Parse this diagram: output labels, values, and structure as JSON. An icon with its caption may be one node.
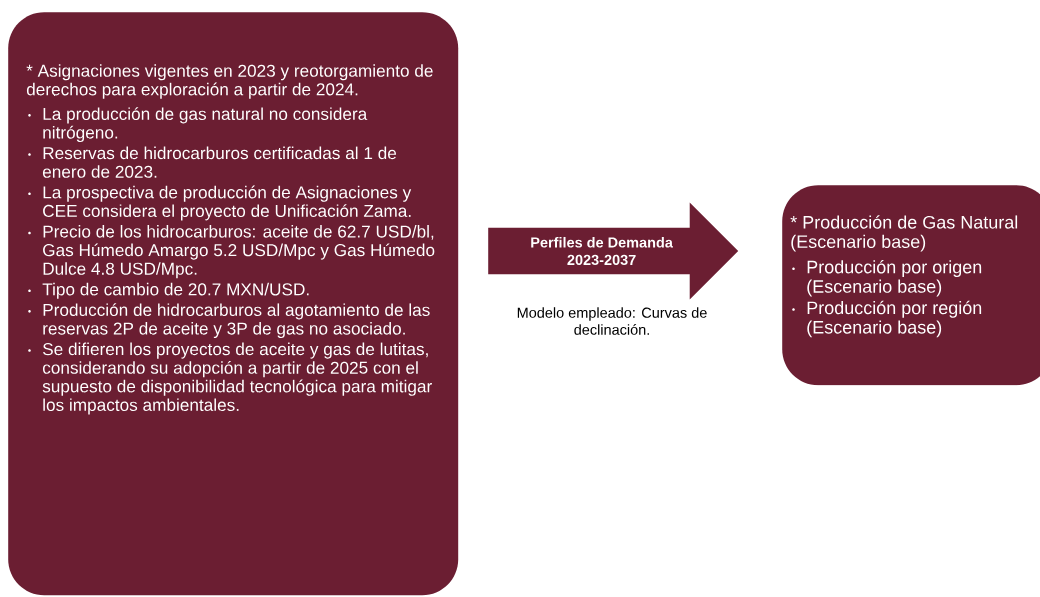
{
  "diagram": {
    "nodes": [
      {
        "text": [
          "* Asignaciones vigentes en 2023 y reotorgamiento de derechos para exploración a partir de 2024.",
          "La producción de gas natural no considera nitrógeno.",
          "Reservas de hidrocarburos certificadas al 1 de enero de 2023.",
          "La prospectiva de producción de Asignaciones y CEE considera el proyecto de Unificación Zama.",
          "Precio de los hidrocarburos: aceite de 62.7 USD/bl, Gas Húmedo Amargo 5.2 USD/Mpc y Gas Húmedo Dulce 4.8 USD/Mpc.",
          "Tipo de cambio de 20.7 MXN/USD.",
          "Producción de hidrocarburos al agotamiento de las reservas 2P de aceite y 3P de gas no asociado.",
          "Se difieren los proyectos de aceite y gas de lutitas, considerando su adopción a partir de 2025 con el supuesto de disponibilidad tecnológica para mitigar los impactos ambientales."
        ]
      },
      {
        "text": [
          "Perfiles de Demanda 2023-2037"
        ],
        "beside": [
          "Modelo empleado: Curvas de declinación."
        ]
      },
      {
        "text": [
          "* Producción de Gas Natural (Escenario base)",
          "Producción por origen (Escenario base)",
          "Producción por región (Escenario base)"
        ]
      }
    ]
  }
}
